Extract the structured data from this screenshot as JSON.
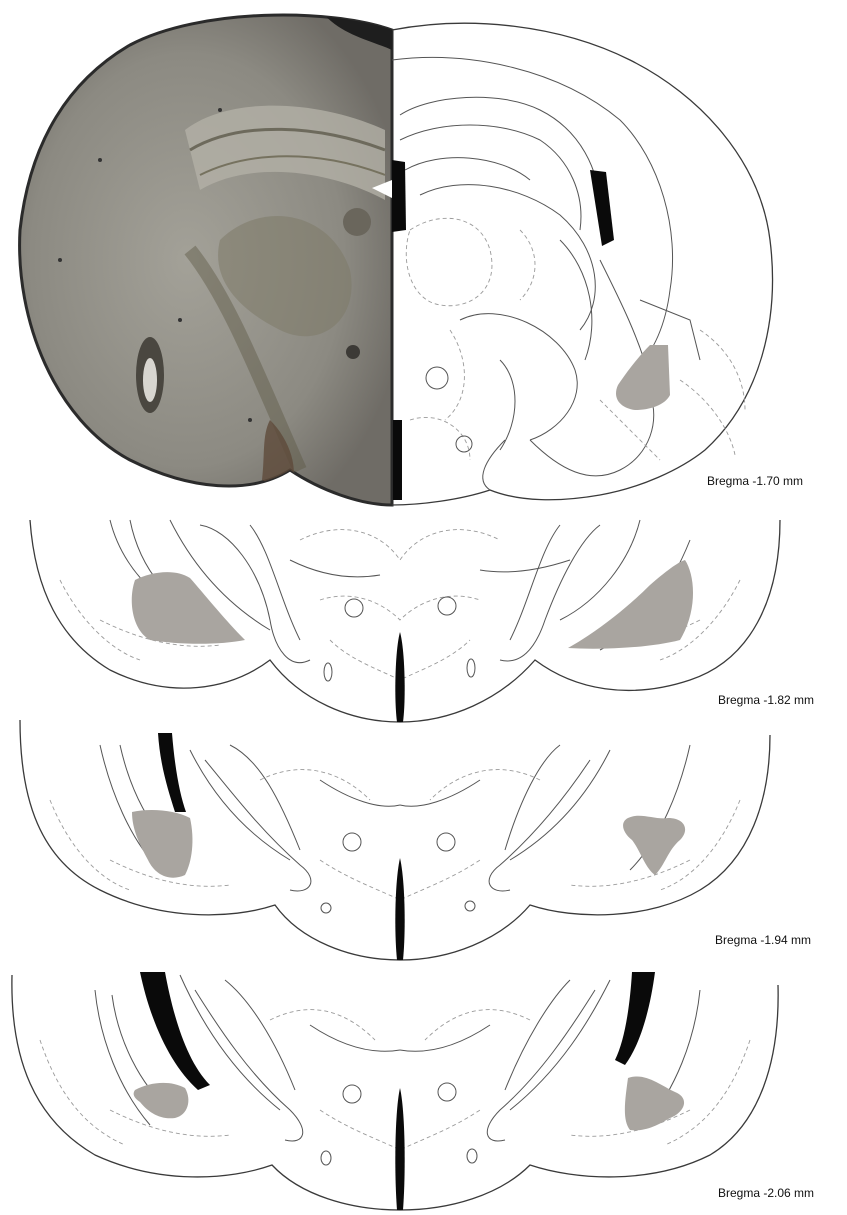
{
  "panels": [
    {
      "label": "Bregma -1.70 mm"
    },
    {
      "label": "Bregma -1.82 mm"
    },
    {
      "label": "Bregma -1.94 mm"
    },
    {
      "label": "Bregma -2.06 mm"
    }
  ],
  "colors": {
    "outline": "#3a3a3a",
    "dashed_structures": "#9a9a9a",
    "lesion_area": "#a9a5a0",
    "ventricle": "#0a0a0a",
    "tissue_photo": "#8a8880"
  }
}
